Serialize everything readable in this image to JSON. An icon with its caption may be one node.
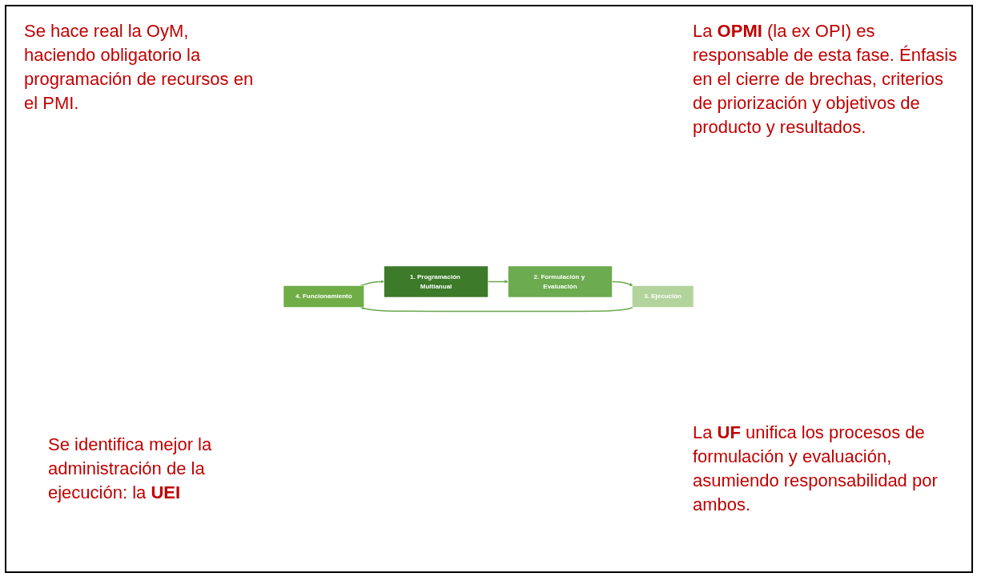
{
  "diagram": {
    "nodes": [
      {
        "text": [
          "4. Funcionamiento"
        ]
      },
      {
        "text": [
          "1. Programación Multianual"
        ]
      },
      {
        "text": [
          "3. Ejecución"
        ]
      },
      {
        "text": [
          "2. Formulación y Evaluación"
        ]
      }
    ],
    "edges": [
      {
        "from": 0,
        "to": 1,
        "arrow": "to"
      },
      {
        "from": 1,
        "to": 3,
        "arrow": "to"
      },
      {
        "from": 3,
        "to": 2,
        "arrow": "to"
      },
      {
        "from": 2,
        "to": 0,
        "arrow": "to"
      }
    ],
    "labels": [
      "Se hace real la OyM, haciendo obligatorio la programación de recursos en el PMI.",
      "La **OPMI** (la ex OPI) es responsable de esta fase. Énfasis en el cierre de brechas, criterios de priorización y objetivos de producto y resultados.",
      "Se identifica mejor la administración de la ejecución: la **UEI**",
      "La **UF** unifica los procesos de formulación y evaluación, asumiendo responsabilidad por ambos."
    ]
  }
}
